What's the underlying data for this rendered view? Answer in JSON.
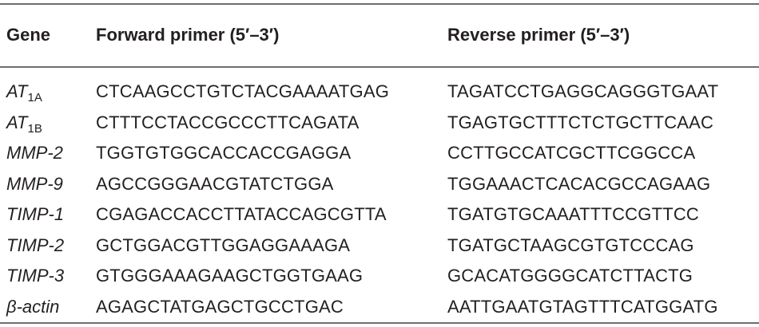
{
  "table": {
    "headers": {
      "gene": "Gene",
      "forward": "Forward primer (5′–3′)",
      "reverse": "Reverse primer (5′–3′)"
    },
    "rows": [
      {
        "gene": "AT",
        "gene_sub": "1A",
        "forward": "CTCAAGCCTGTCTACGAAAATGAG",
        "reverse": "TAGATCCTGAGGCAGGGTGAAT"
      },
      {
        "gene": "AT",
        "gene_sub": "1B",
        "forward": "CTTTCCTACCGCCCTTCAGATA",
        "reverse": "TGAGTGCTTTCTCTGCTTCAAC"
      },
      {
        "gene": "MMP-2",
        "gene_sub": "",
        "forward": "TGGTGTGGCACCACCGAGGA",
        "reverse": "CCTTGCCATCGCTTCGGCCA"
      },
      {
        "gene": "MMP-9",
        "gene_sub": "",
        "forward": "AGCCGGGAACGTATCTGGA",
        "reverse": "TGGAAACTCACACGCCAGAAG"
      },
      {
        "gene": "TIMP-1",
        "gene_sub": "",
        "forward": "CGAGACCACCTTATACCAGCGTTA",
        "reverse": "TGATGTGCAAATTTCCGTTCC"
      },
      {
        "gene": "TIMP-2",
        "gene_sub": "",
        "forward": "GCTGGACGTTGGAGGAAAGA",
        "reverse": "TGATGCTAAGCGTGTCCCAG"
      },
      {
        "gene": "TIMP-3",
        "gene_sub": "",
        "forward": "GTGGGAAAGAAGCTGGTGAAG",
        "reverse": "GCACATGGGGCATCTTACTG"
      },
      {
        "gene": "β-actin",
        "gene_sub": "",
        "forward": "AGAGCTATGAGCTGCCTGAC",
        "reverse": "AATTGAATGTAGTTTCATGGATG"
      }
    ]
  }
}
